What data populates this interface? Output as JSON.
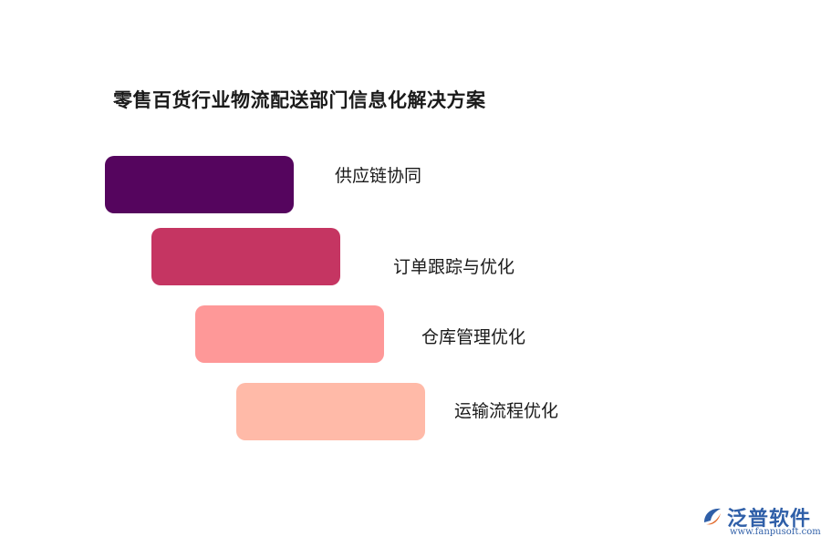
{
  "title": "零售百货行业物流配送部门信息化解决方案",
  "steps": [
    {
      "label": "供应链协同",
      "color": "#55055e"
    },
    {
      "label": "订单跟踪与优化",
      "color": "#c53562"
    },
    {
      "label": "仓库管理优化",
      "color": "#fe9898"
    },
    {
      "label": "运输流程优化",
      "color": "#ffbaa8"
    }
  ],
  "logo": {
    "name": "泛普软件",
    "url": "www.fanpusoft.com",
    "icon": "fanpu-logo-icon",
    "color": "#2f5fa8"
  }
}
